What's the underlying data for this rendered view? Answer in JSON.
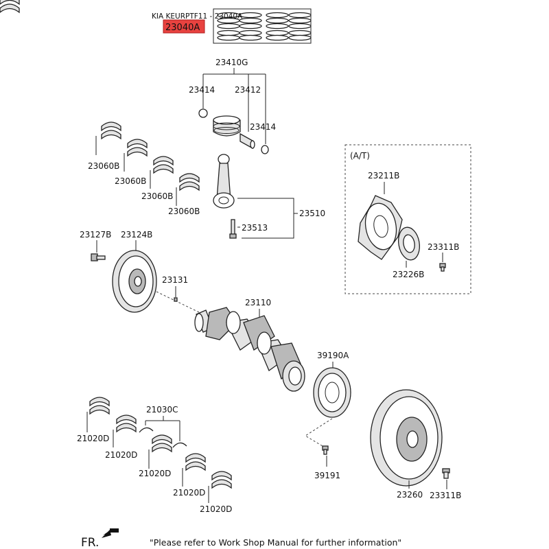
{
  "header": {
    "model_ref": "KIA KEURPTF11 - 23040A",
    "highlight_part": "23040A",
    "highlight_color": "#e8423f"
  },
  "labels": {
    "piston_ring_set": "23040A",
    "piston_assy": "23410G",
    "snap_ring_left": "23414",
    "piston_pin": "23412",
    "snap_ring_right": "23414",
    "rod_bearing_1": "23060B",
    "rod_bearing_2": "23060B",
    "rod_bearing_3": "23060B",
    "rod_bearing_4": "23060B",
    "connecting_rod": "23510",
    "rod_bolt": "23513",
    "pulley_bolt": "23127B",
    "damper_pulley": "23124B",
    "woodruff_key": "23131",
    "crankshaft": "23110",
    "tone_wheel": "39190A",
    "tone_wheel_bolt": "39191",
    "main_bearing_1": "21020D",
    "main_bearing_2": "21020D",
    "main_bearing_3": "21020D",
    "main_bearing_4": "21020D",
    "main_bearing_5": "21020D",
    "thrust_washer": "21030C",
    "at_group": "(A/T)",
    "drive_plate": "23211B",
    "adapter_plate": "23226B",
    "drive_plate_bolt": "23311B",
    "flywheel": "23260",
    "flywheel_bolt": "23311B"
  },
  "footer": {
    "front_marker": "FR.",
    "note": "\"Please refer to Work Shop Manual for further information\""
  },
  "icons": {
    "front_arrow": "front-arrow-icon"
  }
}
